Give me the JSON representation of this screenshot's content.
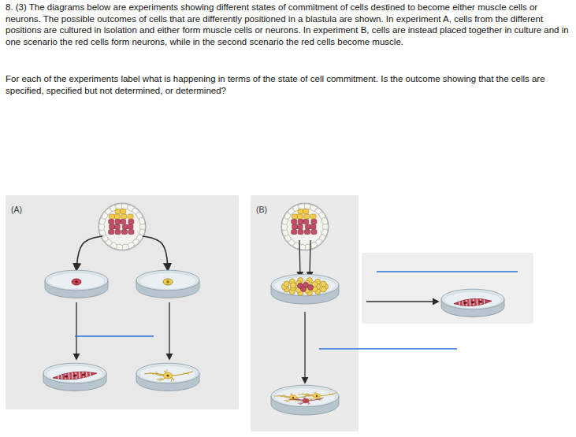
{
  "diagram": {
    "nodes": [
      {
        "text": [
          "(A)"
        ]
      },
      {
        "text": [
          "(B)"
        ]
      }
    ],
    "labels": [
      "8. (3) The diagrams below are experiments showing different states of commitment of cells destined to become either muscle cells or neurons. The possible outcomes of cells that are differently positioned in a blastula are shown. In experiment A, cells from the different positions are cultured in isolation and either form muscle cells or neurons. In experiment B, cells are instead placed together in culture and in one scenario the red cells form neurons, while in the second scenario the red cells become muscle.",
      "For each of the experiments label what is happening in terms of the state of cell commitment. Is the outcome showing that the cells are specified, specified but not determined, or determined?"
    ]
  }
}
